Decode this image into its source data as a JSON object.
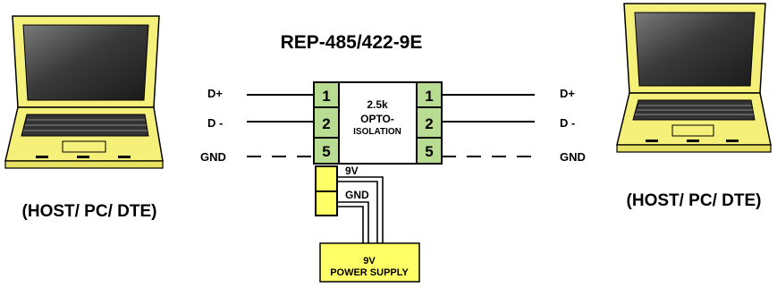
{
  "diagram": {
    "title": "REP-485/422-9E",
    "left_host_label": "(HOST/ PC/ DTE)",
    "right_host_label": "(HOST/ PC/ DTE)",
    "left_signals": [
      "D+",
      "D -",
      "GND"
    ],
    "right_signals": [
      "D+",
      "D -",
      "GND"
    ],
    "left_pins": [
      "1",
      "2",
      "5"
    ],
    "right_pins": [
      "1",
      "2",
      "5"
    ],
    "isolation_lines": [
      "2.5k",
      "OPTO-",
      "ISOLATION"
    ],
    "power_terminal_labels": [
      "9V",
      "GND"
    ],
    "power_supply_lines": [
      "9V",
      "POWER SUPPLY"
    ]
  },
  "colors": {
    "terminal_fill": "#b9dc93",
    "supply_fill": "#ffff66",
    "laptop_body": "#f5f07a",
    "laptop_screen": "#3a3a3a",
    "wire": "#000000"
  }
}
